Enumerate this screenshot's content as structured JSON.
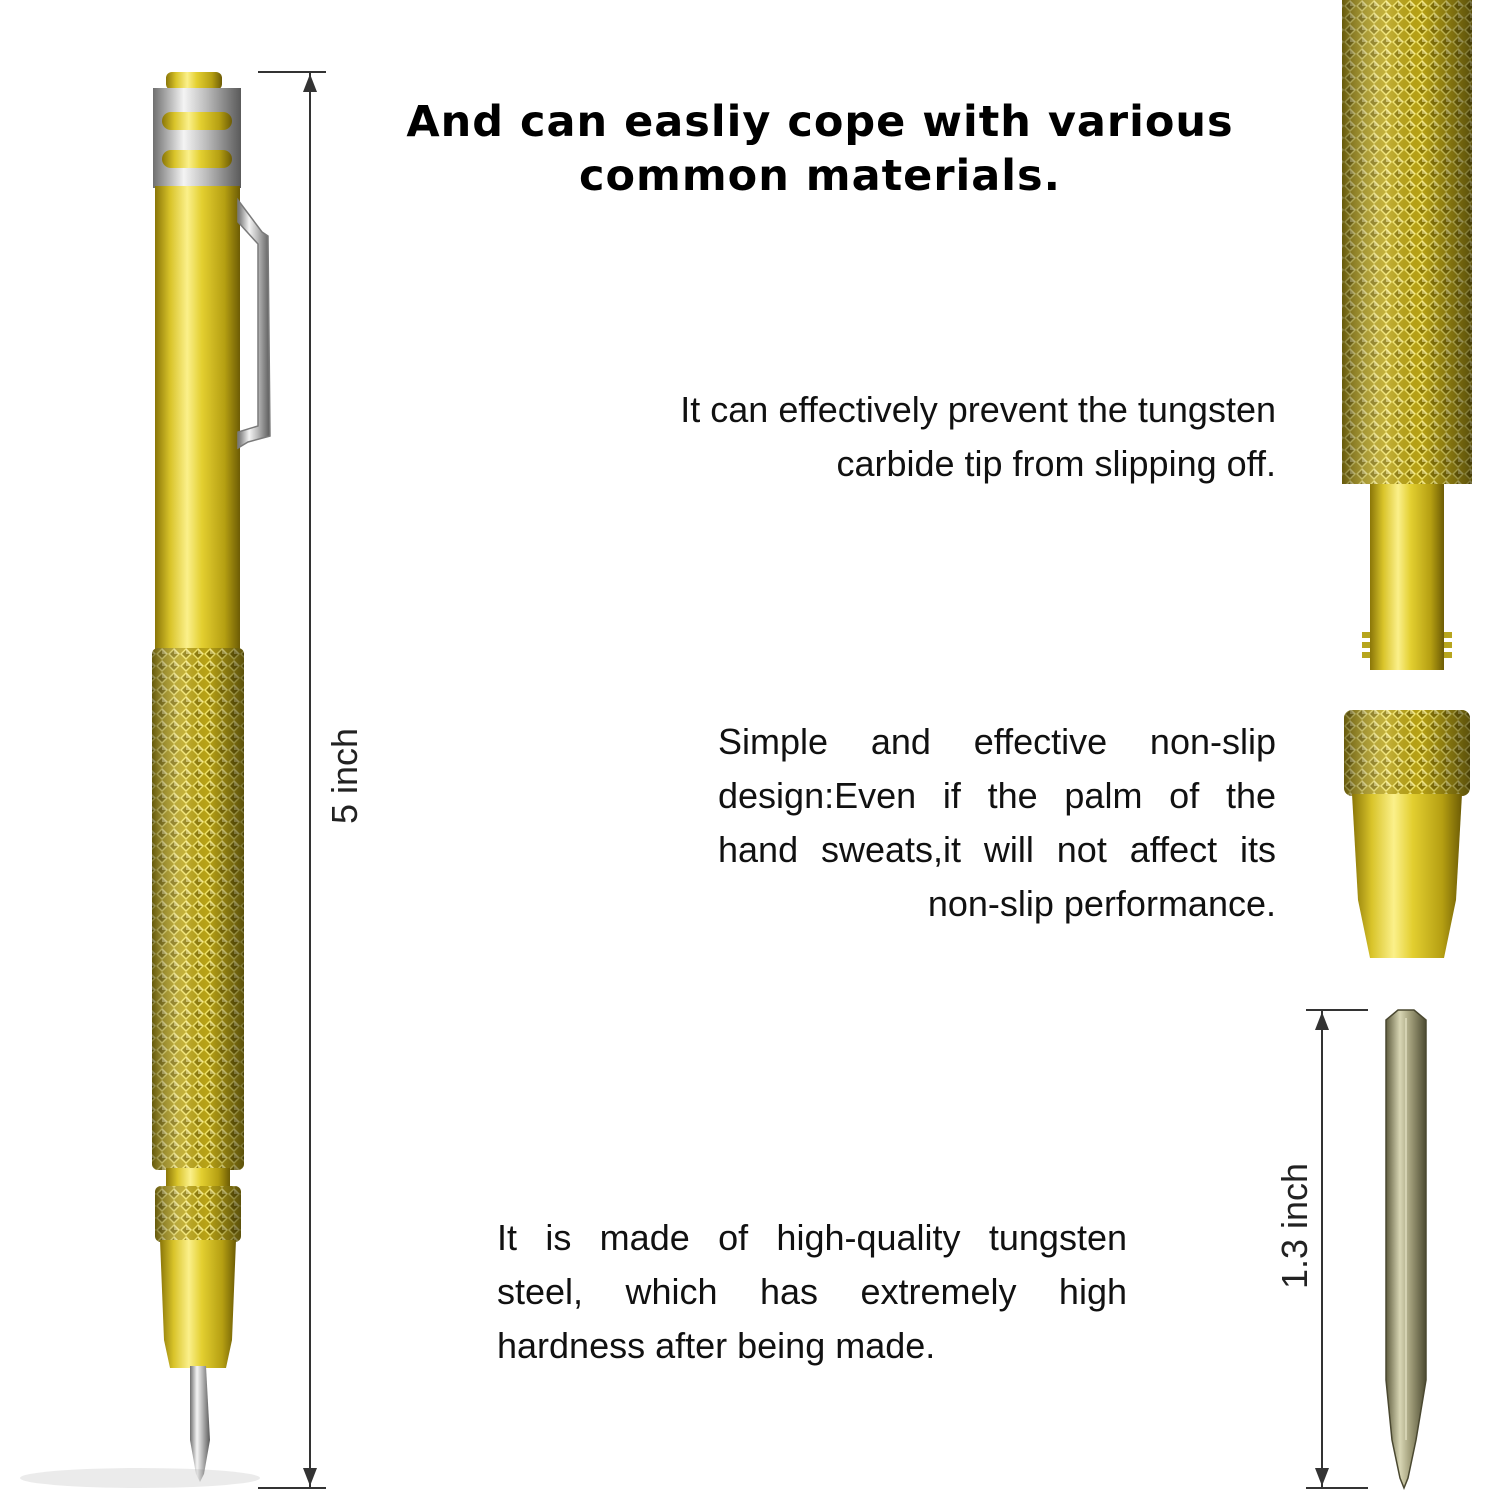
{
  "headline": {
    "line1": "And can easliy cope with various",
    "line2": "common materials."
  },
  "features": {
    "anti_slip_tip": "It can effectively prevent the tungsten carbide tip from slipping off.",
    "non_slip_grip": "Simple and effective non-slip design:Even if the palm of the hand sweats,it will not affect its non-slip performance.",
    "tungsten_steel": "It is made of  high-quality tungsten steel, which has extremely high hardness after being made."
  },
  "dimensions": {
    "total_length": "5 inch",
    "tip_length": "1.3 inch"
  },
  "colors": {
    "gold": "#c9b21a",
    "gold_light": "#f2e35a",
    "gold_dark": "#7d6a07",
    "silver": "#c8c8c8",
    "tip_metal": "#9c9a78"
  }
}
